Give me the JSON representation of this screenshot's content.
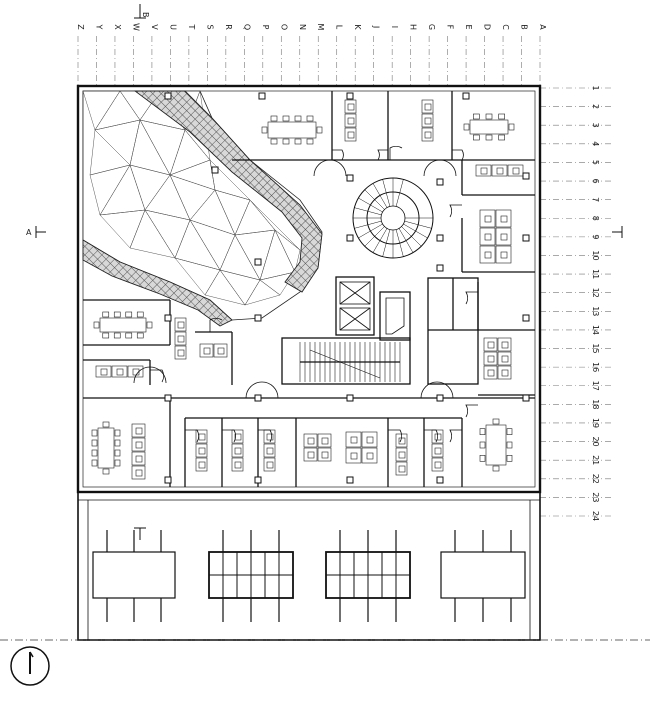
{
  "column_labels": [
    "Z",
    "Y",
    "X",
    "W",
    "V",
    "U",
    "T",
    "S",
    "R",
    "Q",
    "P",
    "O",
    "N",
    "M",
    "L",
    "K",
    "J",
    "I",
    "H",
    "G",
    "F",
    "E",
    "D",
    "C",
    "B",
    "A"
  ],
  "row_labels": [
    "1",
    "2",
    "3",
    "4",
    "5",
    "6",
    "7",
    "8",
    "9",
    "10",
    "11",
    "12",
    "13",
    "14",
    "15",
    "16",
    "17",
    "18",
    "19",
    "20",
    "21",
    "22",
    "23",
    "24"
  ],
  "section_marks": {
    "a": "A",
    "b": "B"
  },
  "north_arrow": "north-arrow-icon"
}
